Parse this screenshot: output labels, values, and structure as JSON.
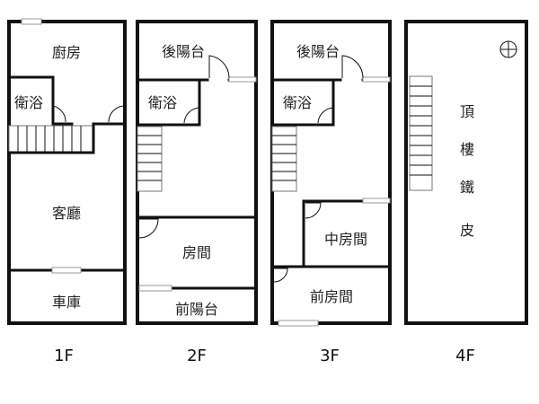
{
  "floors": [
    {
      "label": "1F",
      "rooms": {
        "kitchen": "廚房",
        "bath": "衛浴",
        "living": "客廳",
        "garage": "車庫"
      }
    },
    {
      "label": "2F",
      "rooms": {
        "back_balcony": "後陽台",
        "bath": "衛浴",
        "room": "房間",
        "front_balcony": "前陽台"
      }
    },
    {
      "label": "3F",
      "rooms": {
        "back_balcony": "後陽台",
        "bath": "衛浴",
        "middle_room": "中房間",
        "front_room": "前房間"
      }
    },
    {
      "label": "4F",
      "rooms": {
        "roof_1": "頂",
        "roof_2": "樓",
        "roof_3": "鐵",
        "roof_4": "皮"
      }
    }
  ]
}
